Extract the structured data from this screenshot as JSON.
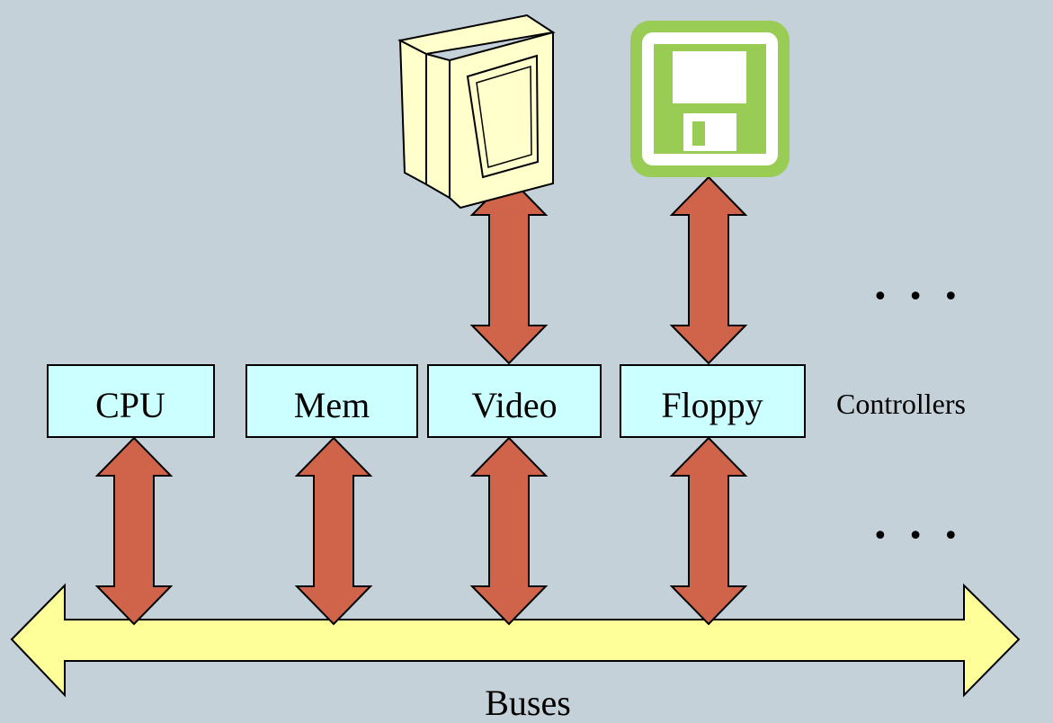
{
  "controllers": [
    {
      "id": "cpu",
      "label": "CPU"
    },
    {
      "id": "mem",
      "label": "Mem"
    },
    {
      "id": "video",
      "label": "Video"
    },
    {
      "id": "floppy",
      "label": "Floppy"
    }
  ],
  "controllers_label": "Controllers",
  "bus_label": "Buses",
  "ellipsis_devices": "• • •",
  "ellipsis_controllers": "• • •",
  "devices": [
    {
      "id": "monitor",
      "icon": "monitor-icon"
    },
    {
      "id": "floppy-disk",
      "icon": "floppy-disk-icon"
    }
  ],
  "colors": {
    "background": "#c5d1d8",
    "controller_fill": "#ccffff",
    "arrow_fill": "#d0644a",
    "bus_fill": "#ffff99",
    "monitor_fill": "#ffffcc",
    "floppy_green": "#99cc55"
  }
}
